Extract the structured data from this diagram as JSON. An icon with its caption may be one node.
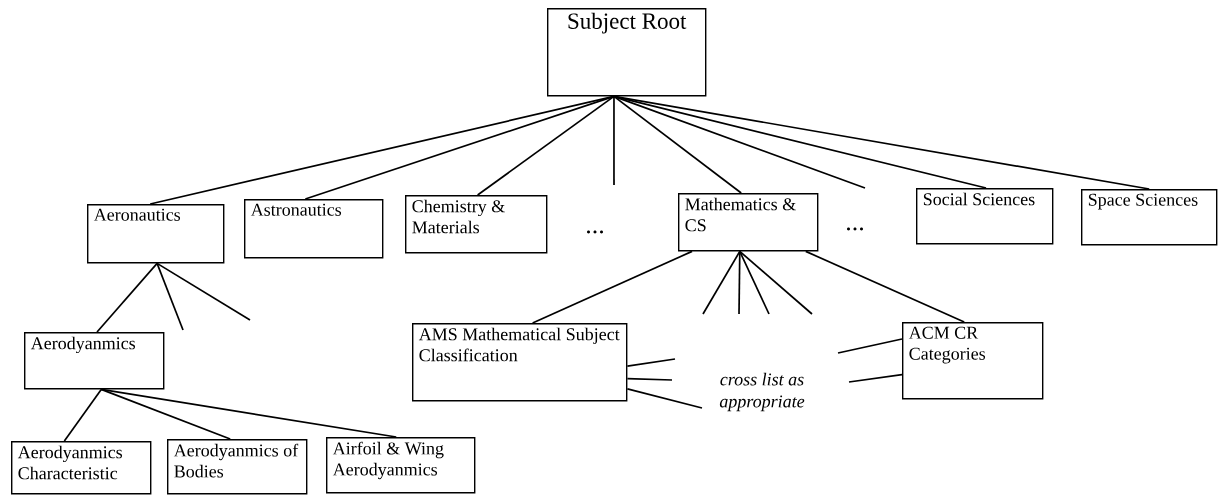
{
  "diagram": {
    "nodes": [
      {
        "text": [
          "Subject Root"
        ]
      },
      {
        "text": [
          "Aeronautics"
        ]
      },
      {
        "text": [
          "Astronautics"
        ]
      },
      {
        "text": [
          "Chemistry & Materials"
        ]
      },
      {
        "text": [
          "Mathematics & CS"
        ]
      },
      {
        "text": [
          "Social Sciences"
        ]
      },
      {
        "text": [
          "Space Sciences"
        ]
      },
      {
        "text": [
          "Aerodyanmics"
        ]
      },
      {
        "text": [
          "AMS Mathematical Subject Classification"
        ]
      },
      {
        "text": [
          "ACM CR Categories"
        ]
      },
      {
        "text": [
          "Aerodyanmics Characteristic"
        ]
      },
      {
        "text": [
          "Aerodyanmics of Bodies"
        ]
      },
      {
        "text": [
          "Airfoil & Wing Aerodyanmics"
        ]
      }
    ],
    "edges": [
      {
        "from": 0,
        "to": 1,
        "arrow": "none"
      },
      {
        "from": 0,
        "to": 2,
        "arrow": "none"
      },
      {
        "from": 0,
        "to": 3,
        "arrow": "none"
      },
      {
        "from": 0,
        "to": null,
        "arrow": "none"
      },
      {
        "from": 0,
        "to": 4,
        "arrow": "none"
      },
      {
        "from": 0,
        "to": null,
        "arrow": "none"
      },
      {
        "from": 0,
        "to": 5,
        "arrow": "none"
      },
      {
        "from": 0,
        "to": 6,
        "arrow": "none"
      },
      {
        "from": 1,
        "to": 7,
        "arrow": "none"
      },
      {
        "from": 1,
        "to": null,
        "arrow": "none"
      },
      {
        "from": 1,
        "to": null,
        "arrow": "none"
      },
      {
        "from": 4,
        "to": 8,
        "arrow": "none"
      },
      {
        "from": 4,
        "to": null,
        "arrow": "none"
      },
      {
        "from": 4,
        "to": null,
        "arrow": "none"
      },
      {
        "from": 4,
        "to": null,
        "arrow": "none"
      },
      {
        "from": 4,
        "to": null,
        "arrow": "none"
      },
      {
        "from": 4,
        "to": 9,
        "arrow": "none"
      },
      {
        "from": 7,
        "to": 10,
        "arrow": "none"
      },
      {
        "from": 7,
        "to": 11,
        "arrow": "none"
      },
      {
        "from": 7,
        "to": 12,
        "arrow": "none"
      },
      {
        "from": 8,
        "to": null,
        "arrow": "none"
      },
      {
        "from": 8,
        "to": null,
        "arrow": "none"
      },
      {
        "from": 8,
        "to": null,
        "arrow": "none"
      },
      {
        "from": 9,
        "to": null,
        "arrow": "none"
      },
      {
        "from": 9,
        "to": null,
        "arrow": "none"
      }
    ],
    "labels": [
      "...",
      "...",
      "cross list as appropriate"
    ]
  }
}
